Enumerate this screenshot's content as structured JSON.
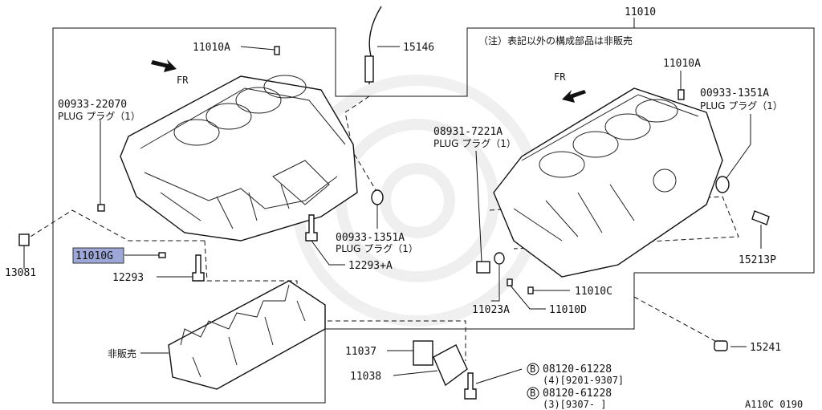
{
  "diagram": {
    "main_part": "11010",
    "note": "（注）表記以外の構成部品は非販売",
    "fr_left": "FR",
    "fr_right": "FR",
    "not_sold": "非販売",
    "figure_code": "A110C 0190",
    "callouts": {
      "c11010A_left": "11010A",
      "c15146": "15146",
      "c00933_22070": "00933-22070",
      "plug_1_left": "PLUG プラグ（1）",
      "c13081": "13081",
      "c11010G": "11010G",
      "c12293": "12293",
      "c00933_1351A_mid": "00933-1351A",
      "plug_1_mid": "PLUG プラグ（1）",
      "c12293A": "12293+A",
      "c08931_7221A": "08931-7221A",
      "plug_1_08931": "PLUG プラグ（1）",
      "c11010A_right": "11010A",
      "c00933_1351A_right": "00933-1351A",
      "plug_1_right": "PLUG プラグ（1）",
      "c15213P": "15213P",
      "c11010C": "11010C",
      "c11023A": "11023A",
      "c11010D": "11010D",
      "c11037": "11037",
      "c11038": "11038",
      "c15241": "15241",
      "bolt_letter_1": "B",
      "bolt_1": "08120-61228",
      "bolt_1_qty": "(4)[9201-9307]",
      "bolt_letter_2": "B",
      "bolt_2": "08120-61228",
      "bolt_2_qty": "(3)[9307-        ]"
    }
  }
}
